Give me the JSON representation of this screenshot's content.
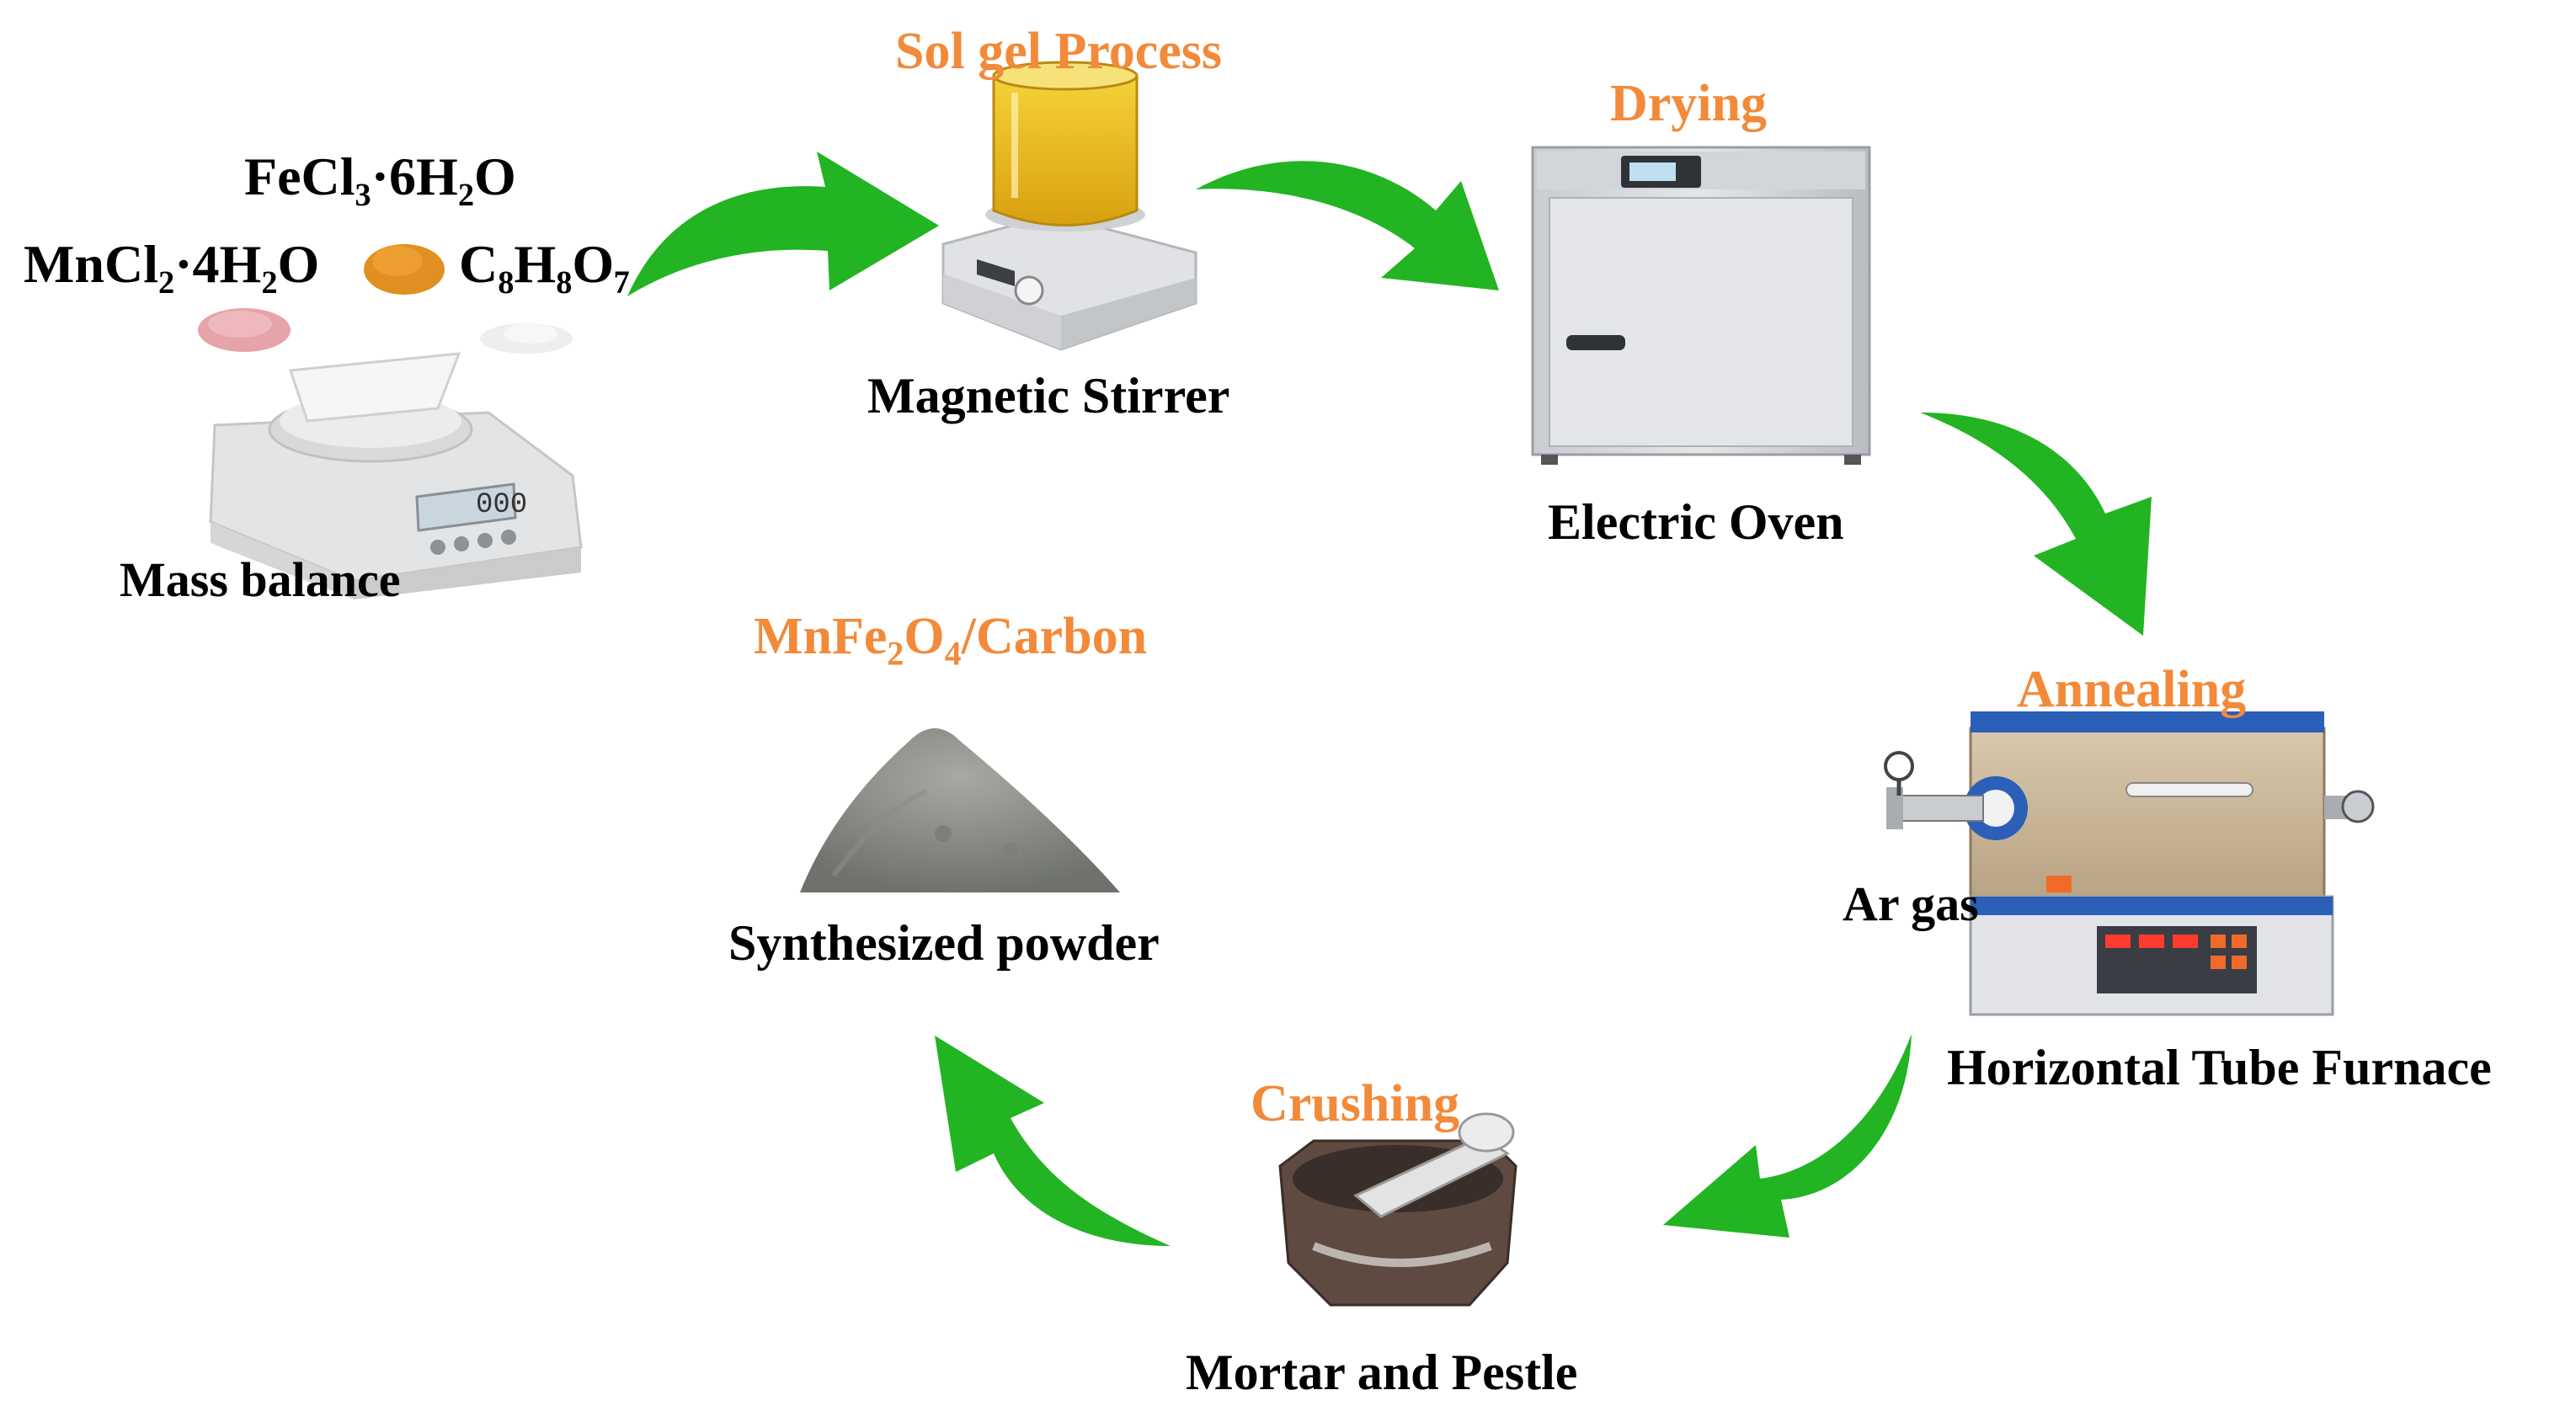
{
  "steps": {
    "weighing": {
      "reagent_1": "FeCl₃·6H₂O",
      "reagent_2": "MnCl₂·4H₂O",
      "reagent_3": "C₈H₈O₇",
      "equipment": "Mass balance",
      "display_reading": "000"
    },
    "sol_gel": {
      "process": "Sol gel Process",
      "equipment": "Magnetic Stirrer"
    },
    "drying": {
      "process": "Drying",
      "equipment": "Electric Oven"
    },
    "annealing": {
      "process": "Annealing",
      "equipment": "Horizontal Tube Furnace",
      "gas": "Ar gas"
    },
    "crushing": {
      "process": "Crushing",
      "equipment": "Mortar and Pestle"
    },
    "product": {
      "formula_prefix": "MnFe",
      "sub_1": "2",
      "formula_mid": "O",
      "sub_2": "4",
      "formula_suffix": "/Carbon",
      "equipment": "Synthesized powder"
    }
  },
  "colors": {
    "accent": "#F28A3A",
    "arrow": "#22B422",
    "text": "#000000"
  }
}
